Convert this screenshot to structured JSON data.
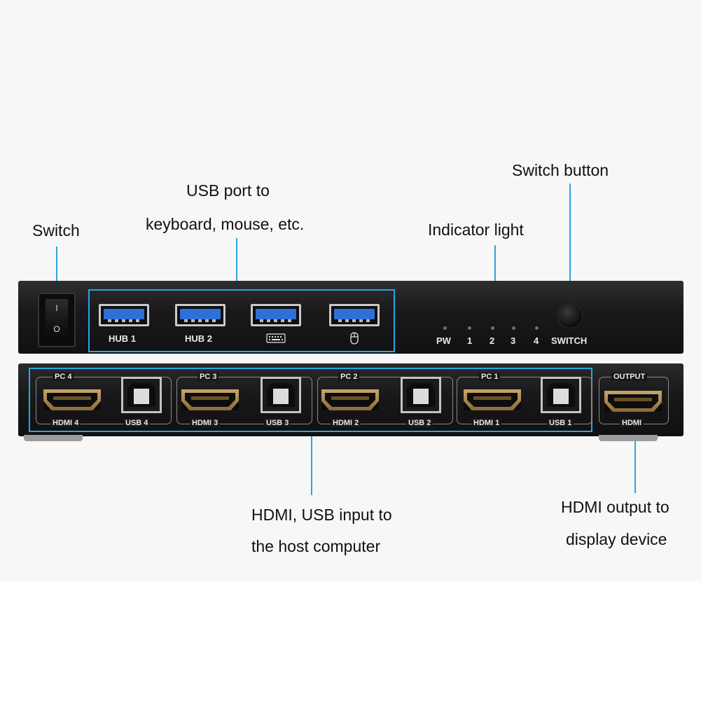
{
  "annotations": {
    "switch": "Switch",
    "usb_port_line1": "USB port to",
    "usb_port_line2": "keyboard, mouse, etc.",
    "indicator_light": "Indicator light",
    "switch_button": "Switch button",
    "hdmi_usb_input_line1": "HDMI, USB input to",
    "hdmi_usb_input_line2": "the host computer",
    "hdmi_output_line1": "HDMI output  to",
    "hdmi_output_line2": "display device"
  },
  "front_panel": {
    "power_on_symbol": "I",
    "power_off_symbol": "O",
    "ports": [
      {
        "label": "HUB  1",
        "icon": ""
      },
      {
        "label": "HUB  2",
        "icon": ""
      },
      {
        "label": "",
        "icon": "keyboard-icon"
      },
      {
        "label": "",
        "icon": "mouse-icon"
      }
    ],
    "indicators": [
      "PW",
      "1",
      "2",
      "3",
      "4"
    ],
    "switch_label": "SWITCH"
  },
  "rear_panel": {
    "inputs": [
      {
        "pc": "PC 4",
        "hdmi": "HDMI 4",
        "usb": "USB 4"
      },
      {
        "pc": "PC 3",
        "hdmi": "HDMI 3",
        "usb": "USB 3"
      },
      {
        "pc": "PC 2",
        "hdmi": "HDMI 2",
        "usb": "USB 2"
      },
      {
        "pc": "PC 1",
        "hdmi": "HDMI 1",
        "usb": "USB 1"
      }
    ],
    "output": {
      "title": "OUTPUT",
      "label": "HDMI"
    }
  },
  "colors": {
    "callout": "#2aa6e0",
    "device_body": "#1a1a1c",
    "hdmi_gold": "#c8a56a",
    "usb_blue": "#2f6fd8"
  }
}
